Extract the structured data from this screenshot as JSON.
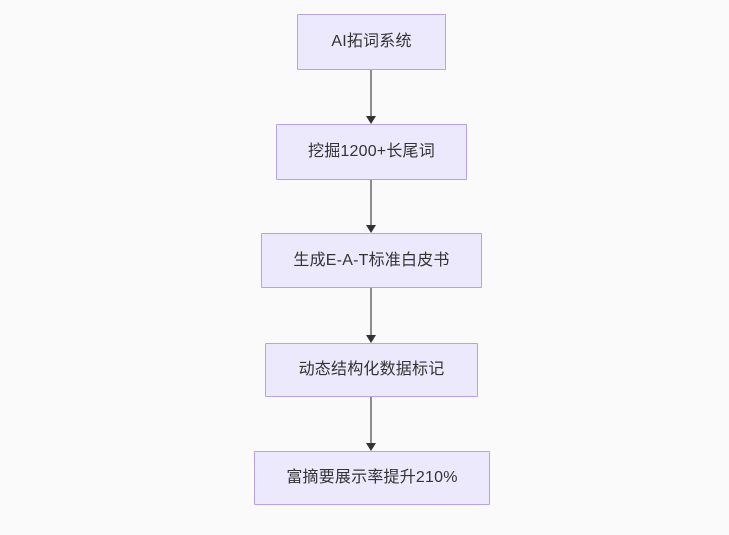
{
  "diagram": {
    "type": "flowchart",
    "direction": "top-to-bottom",
    "background_color": "#fafafa",
    "node_fill_color": "#ece9fc",
    "node_border_color": "#b8a4dd",
    "node_text_color": "#333333",
    "edge_line_color": "#8c8c8c",
    "edge_arrow_color": "#333333",
    "nodes": [
      {
        "id": "n1",
        "label": "AI拓词系统"
      },
      {
        "id": "n2",
        "label": "挖掘1200+长尾词"
      },
      {
        "id": "n3",
        "label": "生成E-A-T标准白皮书"
      },
      {
        "id": "n4",
        "label": "动态结构化数据标记"
      },
      {
        "id": "n5",
        "label": "富摘要展示率提升210%"
      }
    ],
    "edges": [
      {
        "from": "n1",
        "to": "n2",
        "label": ""
      },
      {
        "from": "n2",
        "to": "n3",
        "label": ""
      },
      {
        "from": "n3",
        "to": "n4",
        "label": ""
      },
      {
        "from": "n4",
        "to": "n5",
        "label": ""
      }
    ]
  }
}
